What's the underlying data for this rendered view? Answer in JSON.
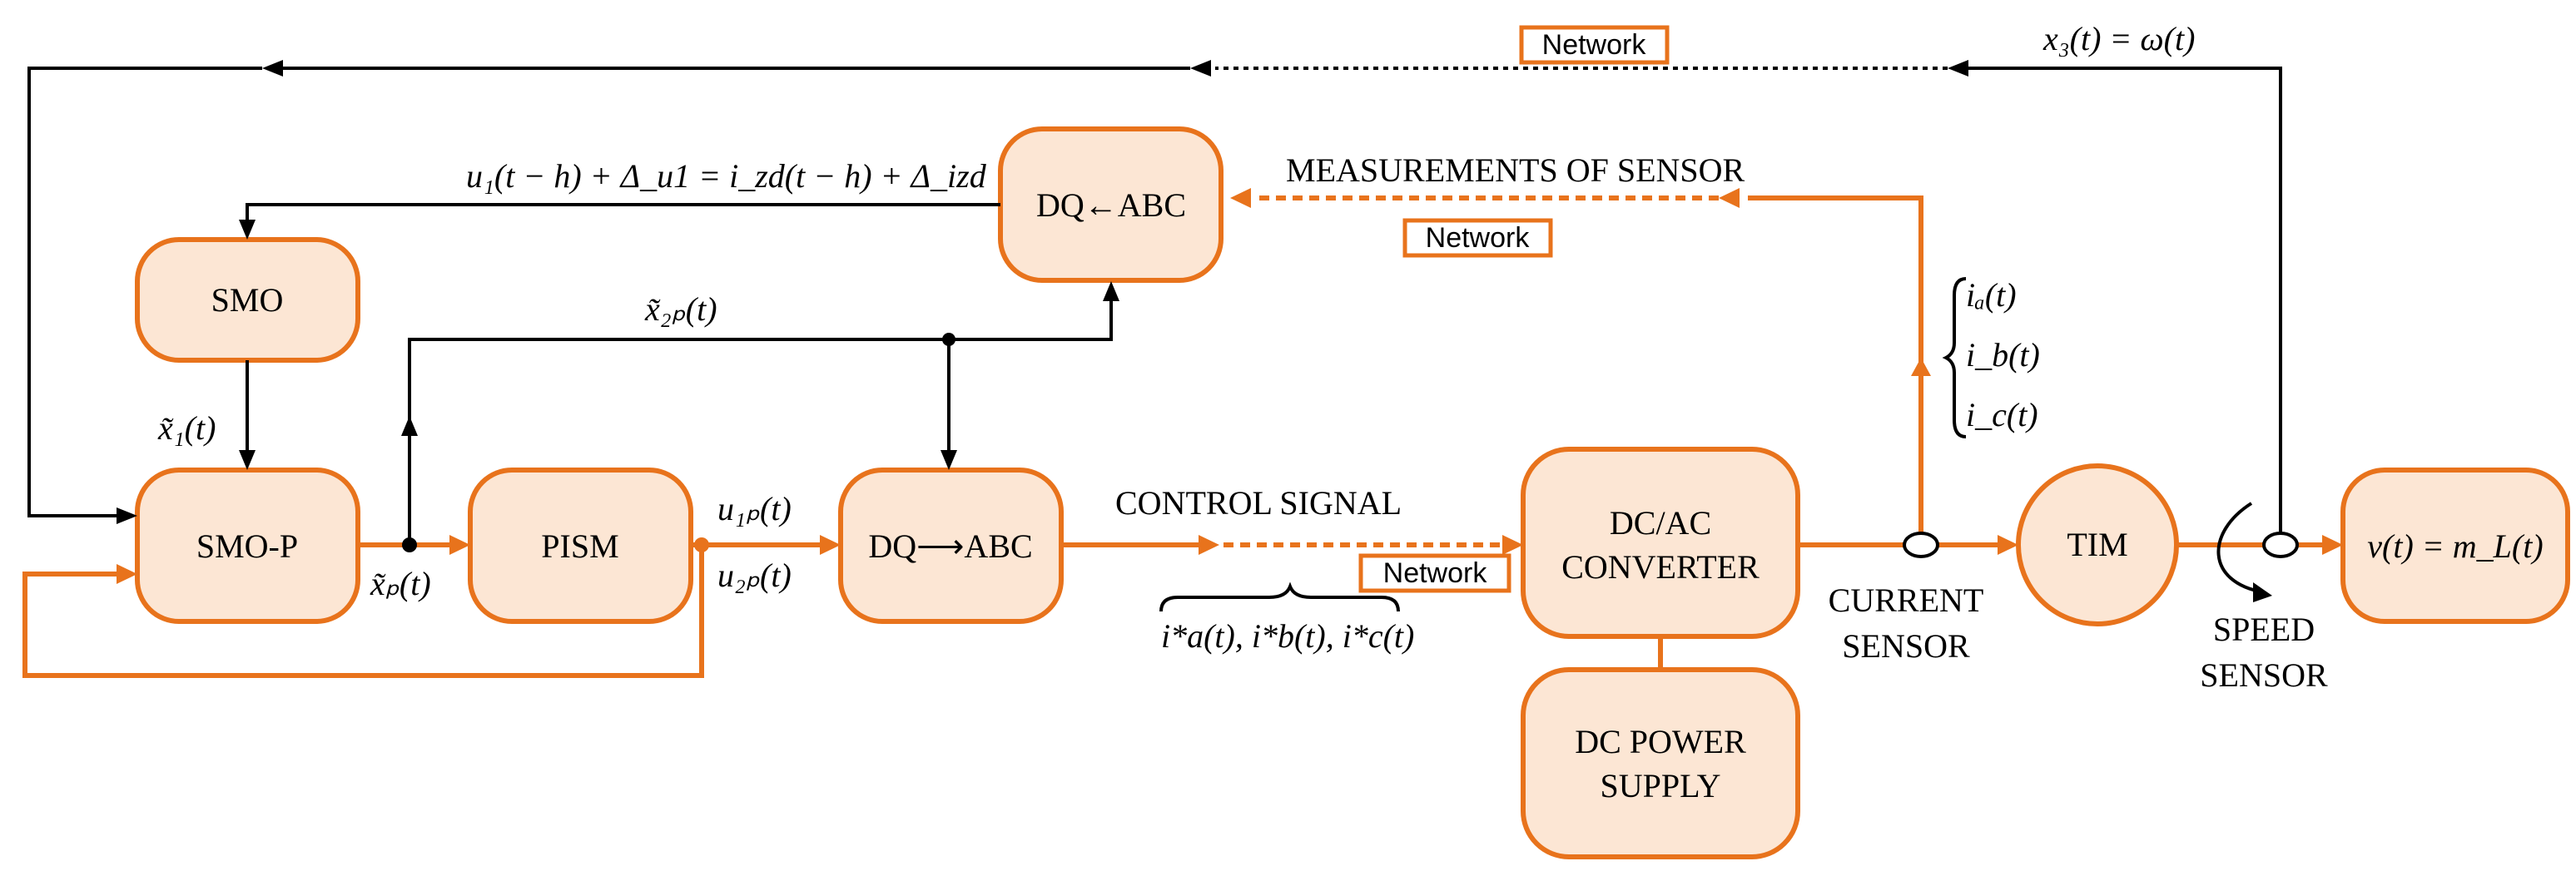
{
  "colors": {
    "accent": "#E8731C",
    "block_fill": "#FCE6D4",
    "line": "#000000"
  },
  "blocks": {
    "smo": "SMO",
    "smo_p": "SMO-P",
    "pism": "PISM",
    "dq_abc_top": "DQ←ABC",
    "dq_abc_mid": "DQ⟶ABC",
    "dcac_line1": "DC/AC",
    "dcac_line2": "CONVERTER",
    "dcpower_line1": "DC POWER",
    "dcpower_line2": "SUPPLY",
    "tim": "TIM",
    "output": "v(t) = m_L(t)"
  },
  "labels": {
    "network": "Network",
    "x3": "x₃(t) = ω(t)",
    "u1_eq": "u₁(t − h) + Δ_u1 = i_zd(t − h) + Δ_izd",
    "measurements": "MEASUREMENTS OF SENSOR",
    "x2p": "x̃₂ₚ(t)",
    "x1": "x̃₁(t)",
    "xp": "x̃ₚ(t)",
    "u1p": "u₁ₚ(t)",
    "u2p": "u₂ₚ(t)",
    "control_signal": "CONTROL SIGNAL",
    "refs": "i*a(t), i*b(t), i*c(t)",
    "ia": "iₐ(t)",
    "ib": "i_b(t)",
    "ic": "i_c(t)",
    "current_sensor_1": "CURRENT",
    "current_sensor_2": "SENSOR",
    "speed_sensor_1": "SPEED",
    "speed_sensor_2": "SENSOR"
  }
}
